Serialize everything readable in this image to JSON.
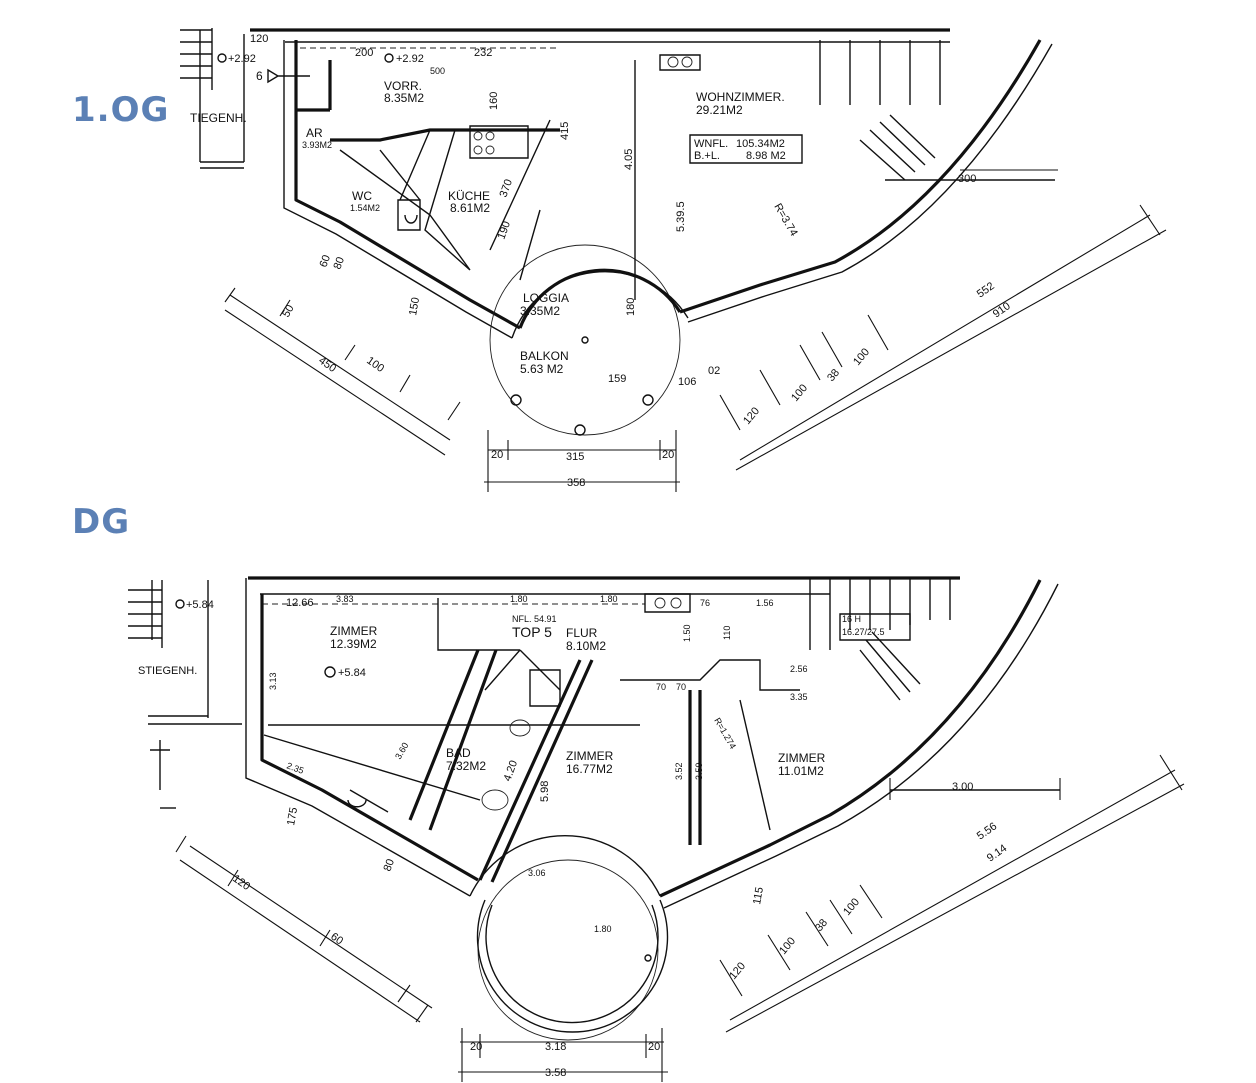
{
  "colors": {
    "floor_label": "#5b80b5",
    "ink": "#111111"
  },
  "floors": {
    "og1": {
      "label": "1.OG",
      "stair_label": "TIEGENH.",
      "level_1": "+2.92",
      "level_2": "+2.92",
      "rooms": {
        "vorr_name": "VORR.",
        "vorr_area": "8.35M2",
        "ar_name": "AR",
        "ar_area": "3.93M2",
        "wc_name": "WC",
        "wc_area": "1.54M2",
        "kueche_name": "KÜCHE",
        "kueche_area": "8.61M2",
        "loggia_name": "LOGGIA",
        "loggia_area": "3.35M2",
        "balkon_name": "BALKON",
        "balkon_area": "5.63 M2",
        "wohn_name": "WOHNZIMMER.",
        "wohn_area": "29.21M2"
      },
      "summary": {
        "wnfl_label": "WNFL.",
        "wnfl_value": "105.34M2",
        "bl_label": "B.+L.",
        "bl_value": "8.98 M2"
      },
      "dims": {
        "d120": "120",
        "d200": "200",
        "d232": "232",
        "d500": "500",
        "d160": "160",
        "d415": "415",
        "d405": "4.05",
        "d5395": "5.39.5",
        "d370": "370",
        "d300": "300",
        "d552": "552",
        "d910": "910",
        "d450": "450",
        "d100": "100",
        "d50": "50",
        "d315": "315",
        "d358": "358",
        "d20a": "20",
        "d20b": "20",
        "d106": "106",
        "d159": "159",
        "d120b": "120",
        "d100b": "100",
        "d38": "38",
        "d100c": "100",
        "d180": "180",
        "d190": "190",
        "d80": "80",
        "d60": "60",
        "d150": "150",
        "r": "R=3.74",
        "s6": "6",
        "d02": "02"
      }
    },
    "dg": {
      "label": "DG",
      "stair_label": "STIEGENH.",
      "level_1": "+5.84",
      "level_2": "+5.84",
      "top_label": "TOP 5",
      "nfl_label": "NFL. 54.91",
      "rooms": {
        "zimmer1_name": "ZIMMER",
        "zimmer1_area": "12.39M2",
        "flur_name": "FLUR",
        "flur_area": "8.10M2",
        "bad_name": "BAD",
        "bad_area": "7.32M2",
        "zimmer2_name": "ZIMMER",
        "zimmer2_area": "16.77M2",
        "zimmer3_name": "ZIMMER",
        "zimmer3_area": "11.01M2"
      },
      "stair_note_1": "16 H",
      "stair_note_2": "16.27/27.5",
      "dims": {
        "d1266": "12.66",
        "d383": "3.83",
        "d180a": "1.80",
        "d180b": "1.80",
        "d76": "76",
        "d156": "1.56",
        "d256": "2.56",
        "d335": "3.35",
        "d300": "3.00",
        "d556": "5.56",
        "d914": "9.14",
        "d318": "3.18",
        "d358": "3.58",
        "d20a": "20",
        "d20b": "20",
        "d120": "120",
        "d60": "60",
        "d100": "100",
        "d38": "38",
        "d120b": "120",
        "d100b": "100",
        "d175": "175",
        "d235": "2.35",
        "d360": "3.60",
        "d420": "4.20",
        "d598": "5.98",
        "d552": "3.52",
        "d359": "3.59",
        "d110": "110",
        "d150": "1.50",
        "d70a": "70",
        "d70b": "70",
        "r": "R=1.274",
        "d313": "3.13",
        "d180c": "1.80",
        "d80": "80",
        "d115": "115",
        "d306": "3.06"
      }
    }
  }
}
